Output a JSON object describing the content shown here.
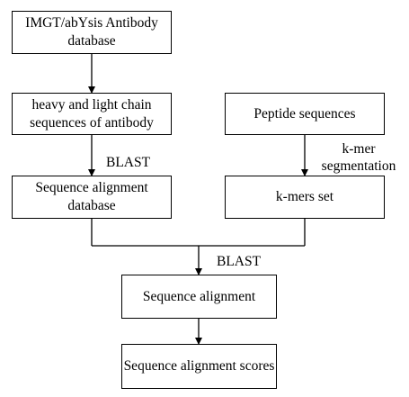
{
  "diagram": {
    "nodes": {
      "imgt_db": "IMGT/abYsis Antibody database",
      "heavy_light": "heavy and light chain sequences of antibody",
      "peptide": "Peptide sequences",
      "seq_align_db": "Sequence alignment database",
      "kmers_set": "k-mers set",
      "seq_align": "Sequence alignment",
      "seq_align_scores": "Sequence alignment scores"
    },
    "edge_labels": {
      "blast_left": "BLAST",
      "kmer_seg_line1": "k-mer",
      "kmer_seg_line2": "segmentation",
      "blast_merge": "BLAST"
    },
    "edges": [
      {
        "from": "imgt_db",
        "to": "heavy_light"
      },
      {
        "from": "heavy_light",
        "to": "seq_align_db",
        "label": "BLAST"
      },
      {
        "from": "peptide",
        "to": "kmers_set",
        "label": "k-mer segmentation"
      },
      {
        "from": "seq_align_db",
        "to": "seq_align",
        "label": "BLAST"
      },
      {
        "from": "kmers_set",
        "to": "seq_align",
        "label": "BLAST"
      },
      {
        "from": "seq_align",
        "to": "seq_align_scores"
      }
    ]
  }
}
